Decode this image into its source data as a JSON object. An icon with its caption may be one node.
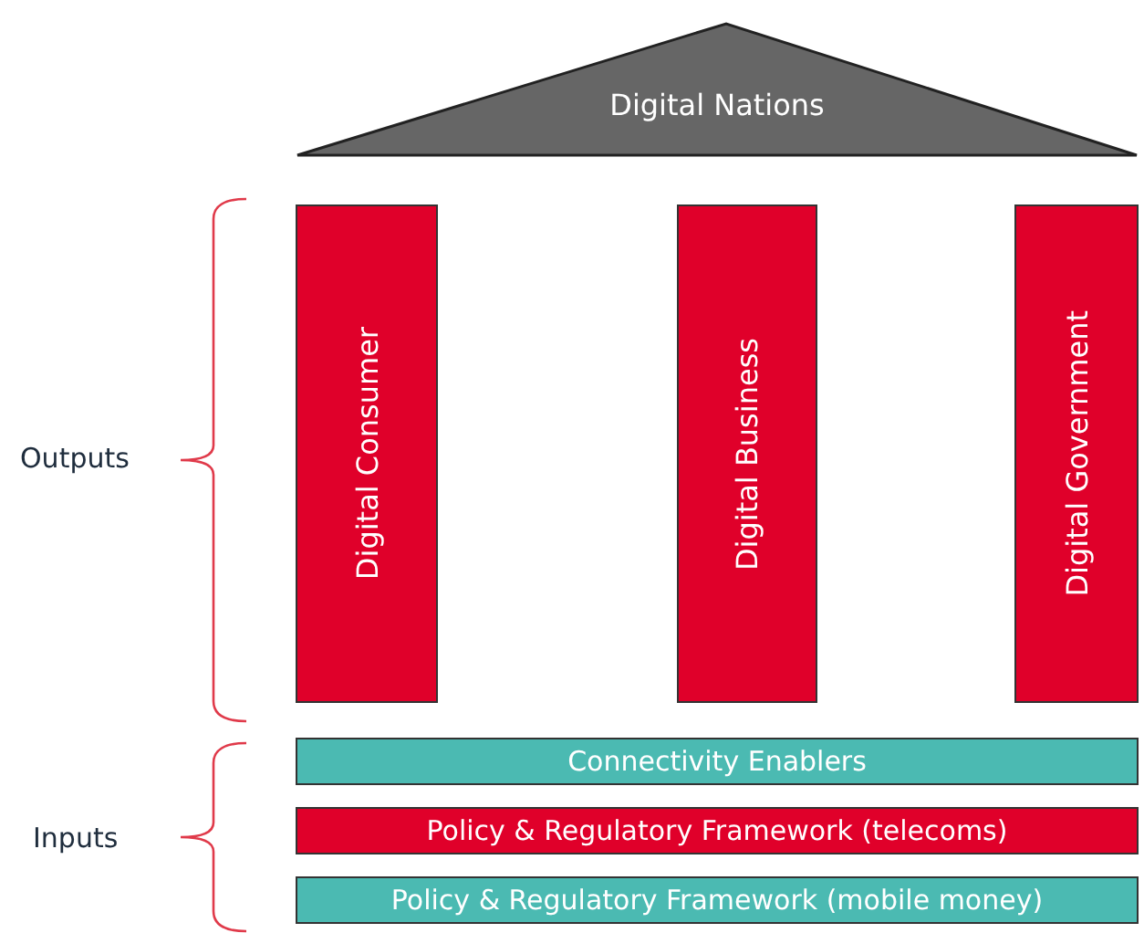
{
  "diagram": {
    "nodes": [
      {
        "text": [
          "Digital Nations"
        ]
      },
      {
        "text": [
          "Digital Consumer"
        ]
      },
      {
        "text": [
          "Digital Business"
        ]
      },
      {
        "text": [
          "Digital Government"
        ]
      },
      {
        "text": [
          "Connectivity Enablers"
        ]
      },
      {
        "text": [
          "Policy & Regulatory Framework (telecoms)"
        ]
      },
      {
        "text": [
          "Policy & Regulatory Framework (mobile money)"
        ]
      }
    ],
    "edges": [],
    "labels": [
      "Outputs",
      "Inputs"
    ]
  }
}
